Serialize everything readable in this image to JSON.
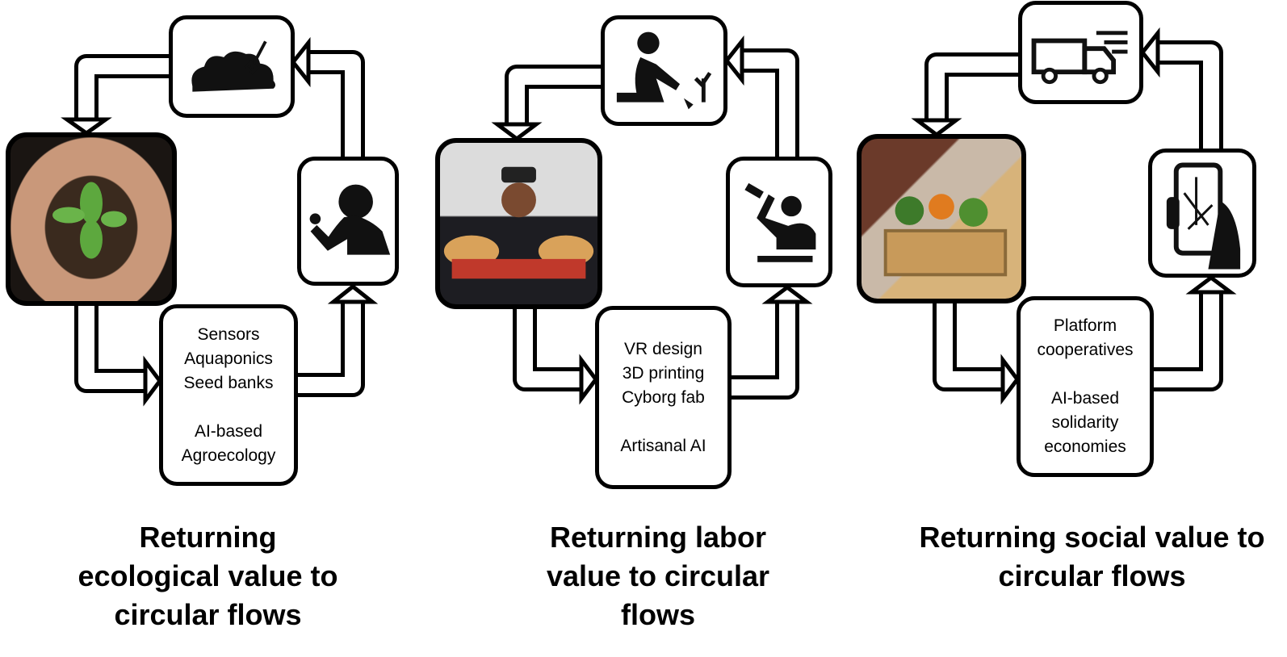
{
  "panels": [
    {
      "title": "Returning ecological value to circular flows",
      "top_icon": "compost-pile-icon",
      "photo": "hands-holding-seedling-photo",
      "right_icon": "child-eating-icon",
      "lines_a": [
        "Sensors",
        "Aquaponics",
        "Seed banks"
      ],
      "lines_b": [
        "AI-based",
        "Agroecology"
      ]
    },
    {
      "title": "Returning labor value to circular flows",
      "top_icon": "person-planting-icon",
      "photo": "chef-with-bread-photo",
      "right_icon": "worker-hammering-icon",
      "lines_a": [
        "VR design",
        "3D printing",
        "Cyborg fab"
      ],
      "lines_b": [
        "Artisanal AI"
      ]
    },
    {
      "title": "Returning social value to circular flows",
      "top_icon": "delivery-truck-icon",
      "photo": "vegetable-crate-handoff-photo",
      "right_icon": "phone-map-app-icon",
      "lines_a": [
        "Platform",
        "cooperatives"
      ],
      "lines_b": [
        "AI-based",
        "solidarity",
        "economies"
      ]
    }
  ],
  "colors": {
    "outline": "#000000",
    "fill": "#ffffff"
  }
}
